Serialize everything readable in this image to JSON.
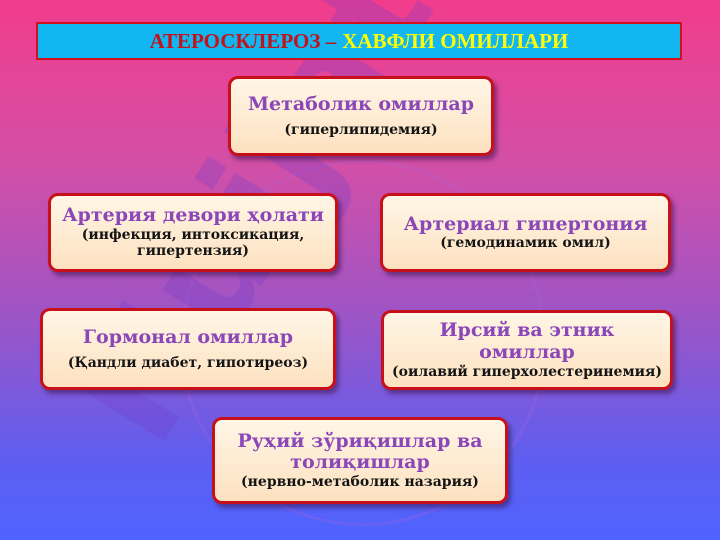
{
  "title": {
    "part1": "АТЕРОСКЛЕРОЗ –",
    "part2": "ХАВФЛИ ОМИЛЛАРИ"
  },
  "watermark": "Hujjat",
  "boxes": {
    "metabolic": {
      "head": "Метаболик омиллар",
      "sub": "(гиперлипидемия)"
    },
    "artery_wall": {
      "head": "Артерия девори ҳолати",
      "sub": "(инфекция, интоксикация, гипертензия)"
    },
    "hypertension": {
      "head": "Артериал гипертония",
      "sub": "(гемодинамик омил)"
    },
    "hormonal": {
      "head": "Гормонал омиллар",
      "sub": "(Қандли диабет, гипотиреоз)"
    },
    "hereditary": {
      "head": "Ирсий ва этник омиллар",
      "sub": "(оилавий гиперхолестеринемия)"
    },
    "psycho": {
      "head": "Руҳий зўриқишлар ва толиқишлар",
      "sub": "(нервно-метаболик назария)"
    }
  },
  "colors": {
    "title_bg": "#12b6f1",
    "title_red": "#c4121a",
    "title_yellow": "#ffff00",
    "box_border": "#c8101a",
    "box_heading": "#8b46b8",
    "box_subtext": "#141414"
  }
}
